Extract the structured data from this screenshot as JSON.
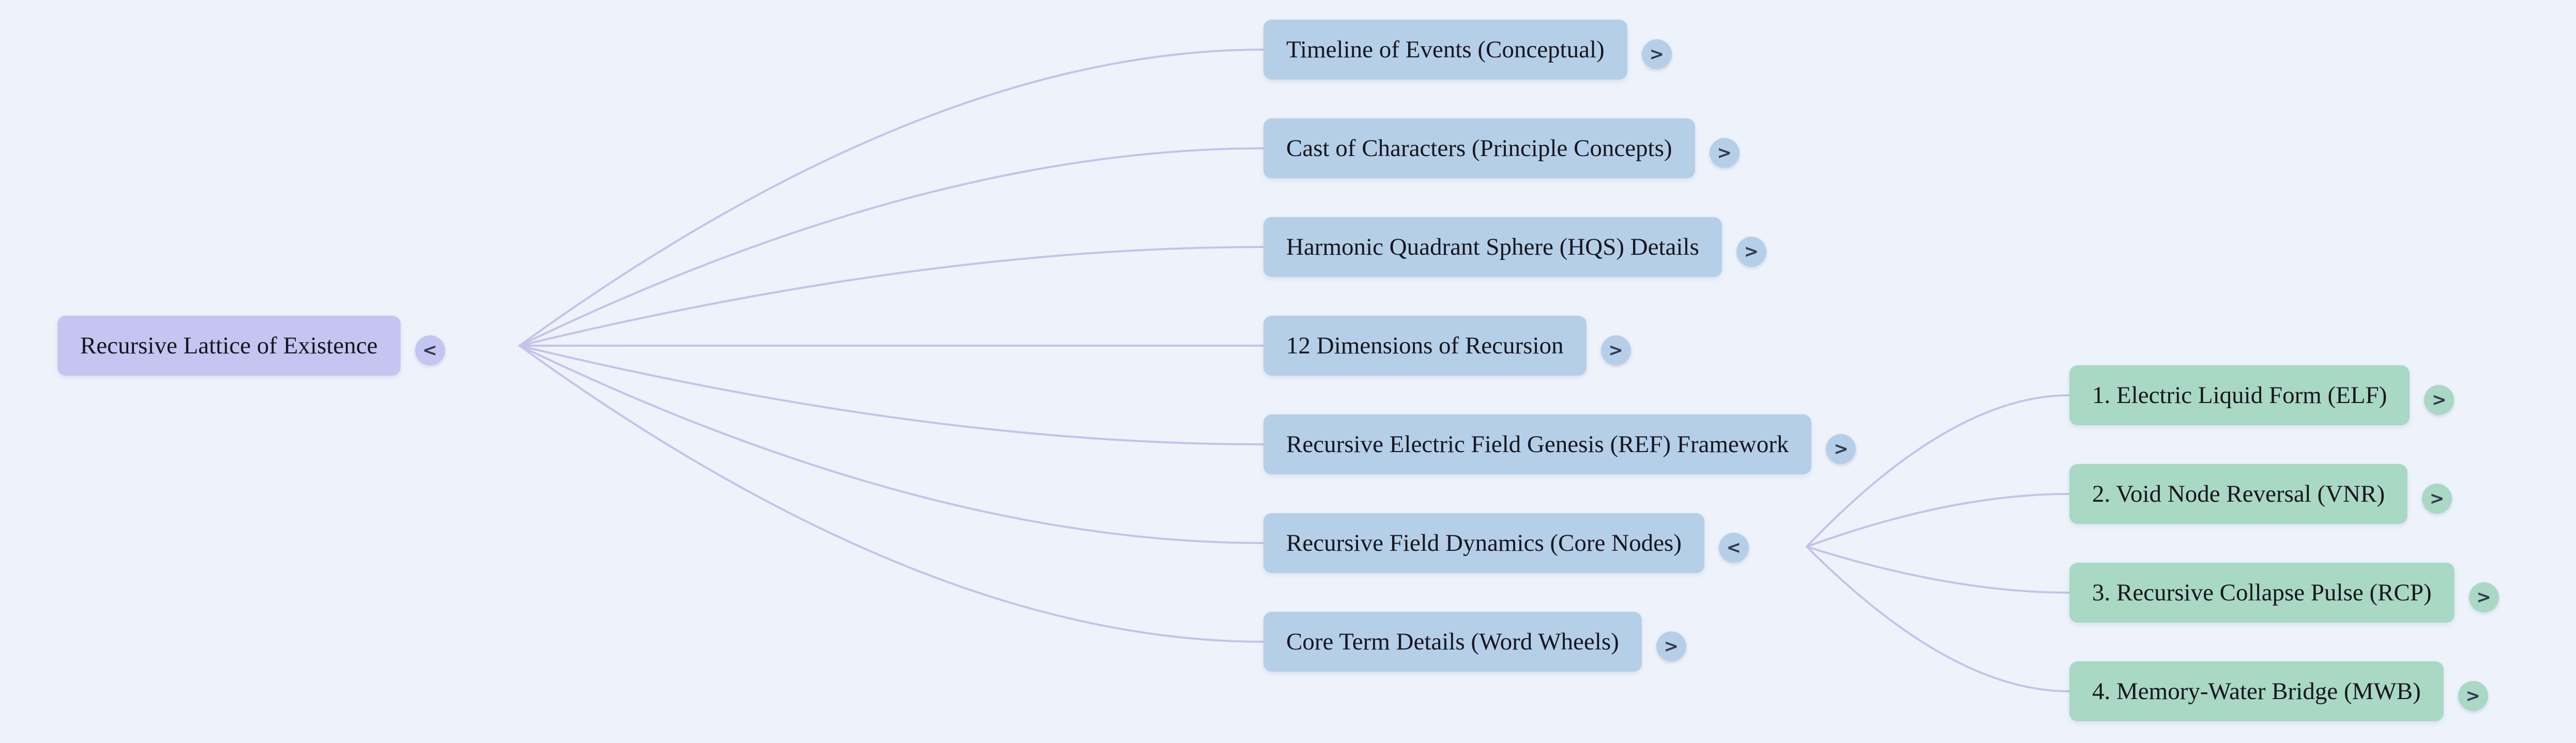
{
  "colors": {
    "background": "#eef3fb",
    "root_node": "#c4c6f1",
    "branch_node": "#b6cfe8",
    "leaf_node": "#a9d8c5",
    "connector": "#c8c1ea",
    "text": "#16161f"
  },
  "mindmap": {
    "root": {
      "label": "Recursive Lattice of Existence",
      "toggle": "<"
    },
    "branches": [
      {
        "label": "Timeline of Events (Conceptual)",
        "toggle": ">"
      },
      {
        "label": "Cast of Characters (Principle Concepts)",
        "toggle": ">"
      },
      {
        "label": "Harmonic Quadrant Sphere (HQS) Details",
        "toggle": ">"
      },
      {
        "label": "12 Dimensions of Recursion",
        "toggle": ">"
      },
      {
        "label": "Recursive Electric Field Genesis (REF) Framework",
        "toggle": ">"
      },
      {
        "label": "Recursive Field Dynamics (Core Nodes)",
        "toggle": "<",
        "children": [
          {
            "label": "1. Electric Liquid Form (ELF)",
            "toggle": ">"
          },
          {
            "label": "2. Void Node Reversal (VNR)",
            "toggle": ">"
          },
          {
            "label": "3. Recursive Collapse Pulse (RCP)",
            "toggle": ">"
          },
          {
            "label": "4. Memory-Water Bridge (MWB)",
            "toggle": ">"
          }
        ]
      },
      {
        "label": "Core Term Details (Word Wheels)",
        "toggle": ">"
      }
    ]
  }
}
